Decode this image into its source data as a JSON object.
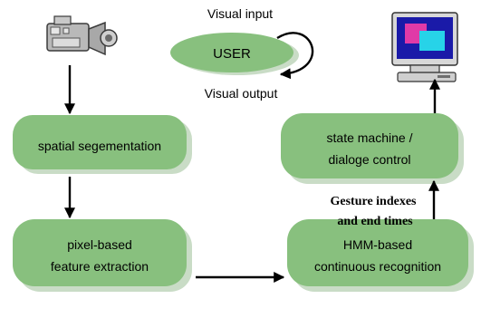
{
  "colors": {
    "box_fill": "#88c07e",
    "box_shadow": "#c9dcc6",
    "ellipse_fill": "#88c07e",
    "edge": "#000000"
  },
  "icons": {
    "camera": "video-camera-icon",
    "monitor": "computer-monitor-icon"
  },
  "user": {
    "label": "USER",
    "input_label": "Visual input",
    "output_label": "Visual output"
  },
  "nodes": {
    "spatial": {
      "lines": [
        "spatial segementation"
      ]
    },
    "pixel": {
      "lines": [
        "pixel-based",
        "feature extraction"
      ]
    },
    "hmm": {
      "lines": [
        "HMM-based",
        "continuous recognition"
      ]
    },
    "state": {
      "lines": [
        "state machine /",
        "dialoge control"
      ]
    }
  },
  "edge_labels": {
    "gesture": [
      "Gesture indexes",
      "and end times"
    ]
  }
}
